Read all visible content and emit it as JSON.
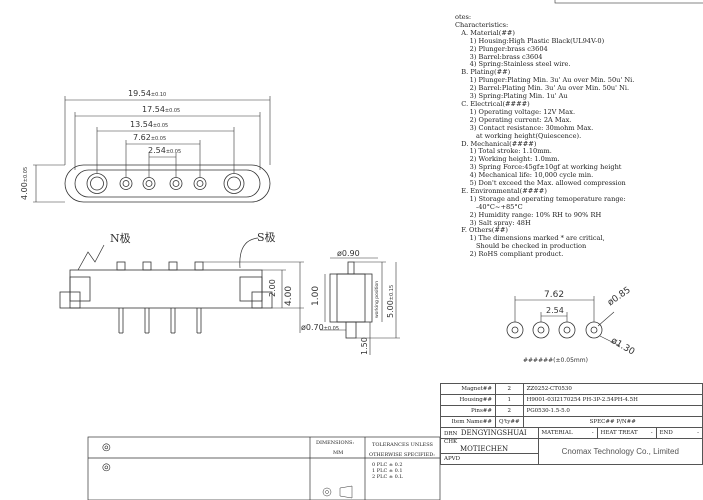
{
  "top_view": {
    "dims": [
      "19.54",
      "±0.10",
      "17.54",
      "±0.05",
      "13.54",
      "±0.05",
      "7.62",
      "±0.05",
      "2.54",
      "±0.05",
      "4.00",
      "±0.05"
    ]
  },
  "side_view": {
    "n_label": "N极",
    "s_label": "S极",
    "dims": [
      "2.00",
      "4.00"
    ]
  },
  "pin_view": {
    "dims": [
      "ø0.90",
      "1.00",
      "working position",
      "5.00",
      "±0.15",
      "ø0.70",
      "±0.05",
      "1.50"
    ]
  },
  "pcb_view": {
    "dims": [
      "7.62",
      "2.54",
      "ø0.85",
      "ø1.30"
    ],
    "tolerance_note": "######(±0.05mm)"
  },
  "notes_lines": [
    "otes:",
    "Characteristics:",
    "   A. Material(##)",
    "       1) Housing:High Plastic Black(UL94V-0)",
    "       2) Plunger:brass c3604",
    "       3) Barrel:brass c3604",
    "       4) Spring:Stainless steel wire.",
    "   B. Plating(##)",
    "       1) Plunger:Plating Min. 3u' Au over Min. 50u' Ni.",
    "       2) Barrel:Plating Min. 3u' Au over Min. 50u' Ni.",
    "       3) Spring:Plating Min. 1u' Au",
    "   C. Electrical(####)",
    "       1) Operating voltage: 12V Max.",
    "       2) Operating current: 2A Max.",
    "       3) Contact resistance: 30mohm Max.",
    "          at working height(Quiescence).",
    "   D. Mechanical(####)",
    "       1) Total stroke: 1.10mm.",
    "       2) Working height: 1.0mm.",
    "       3) Spring Force:45gf±10gf at working height",
    "       4) Mechanical life: 10,000 cycle min.",
    "       5) Don't exceed the Max. allowed compression",
    "   E. Environmental(####)",
    "       1) Storage and operating temoperature range:",
    "          -40°C~+85°C",
    "       2) Humidity range: 10% RH to 90% RH",
    "       3) Salt spray: 48H",
    "   F. Others(##)",
    "       1) The dimensions marked * are critical,",
    "          Should be checked in production",
    "       2) RoHS compliant product."
  ],
  "bom": {
    "rows": [
      {
        "name": "Magnet##",
        "qty": "2",
        "spec": "ZZ0252-CT0530"
      },
      {
        "name": "Housing##",
        "qty": "1",
        "spec": "H9001-03I2170254 PH-3P-2.54PH-4.5H"
      },
      {
        "name": "Pins##",
        "qty": "2",
        "spec": "PG0530-1.5-5.0"
      },
      {
        "name": "Item Name##",
        "qty": "Q'ty##",
        "spec": "SPEC## P/N##"
      }
    ],
    "drn_label": "DRN",
    "drn_value": "DENGYINGSHUAI",
    "chk_label": "CHK",
    "chk_value": "MOTIECHEN",
    "apvd_label": "APVD",
    "material_label": "MATERIAL",
    "material_value": "-",
    "heat_label": "HEAT TREAT",
    "heat_value": "-",
    "end_label": "END",
    "end_value": "-",
    "company": "Cnomax Technology Co., Limited"
  },
  "title_block": {
    "symbols": [
      "◎",
      "◎"
    ],
    "dimensions_label": "DIMENSIONS:",
    "dimensions_unit": "MM",
    "tol_label1": "TOLERANCES UNLESS",
    "tol_label2": "OTHERWISE SPECIFIED:",
    "tol_rows": [
      "0 PLC    ±  0.2",
      "1 PLC    ±  0.1",
      "2 PLC    ±  0.L"
    ]
  }
}
